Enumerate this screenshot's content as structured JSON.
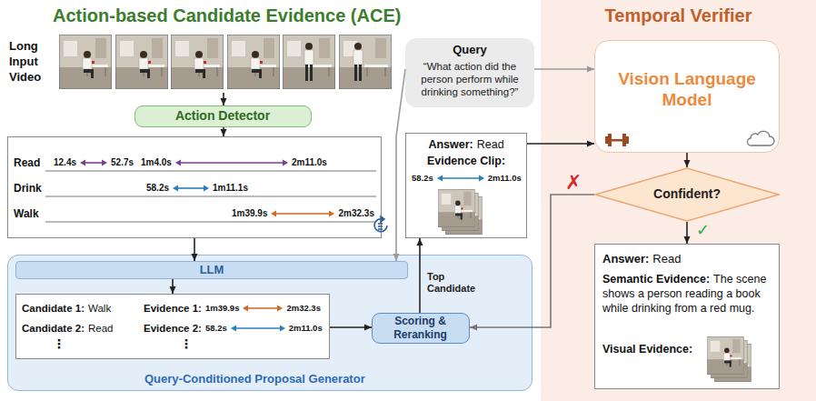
{
  "diagram": {
    "nodes": [
      {
        "text": [
          "Action-based Candidate Evidence (ACE)"
        ]
      },
      {
        "text": [
          "Long Input Video"
        ],
        "in": 0
      },
      {
        "text": [
          "Action Detector"
        ],
        "in": 0
      },
      {
        "text": [
          "Read",
          "Drink",
          "Walk",
          "12.4s",
          "52.7s",
          "1m4.0s",
          "2m11.0s",
          "58.2s",
          "1m11.1s",
          "1m39.9s",
          "2m32.3s"
        ],
        "in": 0
      },
      {
        "text": [
          "Query-Conditioned Proposal Generator"
        ],
        "in": 0
      },
      {
        "text": [
          "LLM"
        ],
        "in": 4
      },
      {
        "text": [
          "Candidate 1:",
          "Walk",
          "Candidate 2:",
          "Read",
          "⋮",
          "Evidence 1:",
          "1m39.9s",
          "2m32.3s",
          "Evidence 2:",
          "58.2s",
          "2m11.0s",
          "⋮"
        ],
        "in": 4
      },
      {
        "text": [
          "Scoring & Reranking"
        ],
        "in": 4
      },
      {
        "text": [
          "Query",
          "“What action did the person perform while drinking something?”"
        ],
        "in": 0
      },
      {
        "text": [
          "Answer:",
          "Read",
          "Evidence Clip:",
          "58.2s",
          "2m11.0s"
        ],
        "in": 0
      },
      {
        "text": [
          "Temporal Verifier"
        ]
      },
      {
        "text": [
          "Vision Language Model"
        ],
        "in": 10
      },
      {
        "text": [
          "Confident?"
        ],
        "in": 10
      },
      {
        "text": [
          "Answer:",
          "Read",
          "Semantic Evidence:",
          "The scene shows a person reading a book while drinking from a red mug.",
          "Visual Evidence:"
        ],
        "in": 10
      }
    ],
    "edges": [
      {
        "from": 1,
        "to": 2,
        "arrow": "to"
      },
      {
        "from": 2,
        "to": 3,
        "arrow": "to"
      },
      {
        "from": 3,
        "to": 5,
        "arrow": "to"
      },
      {
        "from": 8,
        "to": 5,
        "arrow": "to"
      },
      {
        "from": 8,
        "to": 11,
        "arrow": "to"
      },
      {
        "from": 5,
        "to": 6,
        "arrow": "to"
      },
      {
        "from": 6,
        "to": 7,
        "arrow": "to"
      },
      {
        "from": 7,
        "to": 9,
        "label": "Top Candidate",
        "arrow": "to"
      },
      {
        "from": 9,
        "to": 11,
        "arrow": "to"
      },
      {
        "from": 11,
        "to": 12,
        "arrow": "to"
      },
      {
        "from": 12,
        "to": 7,
        "label": "✗",
        "arrow": "to"
      },
      {
        "from": 12,
        "to": 13,
        "label": "✓",
        "arrow": "to"
      }
    ]
  }
}
